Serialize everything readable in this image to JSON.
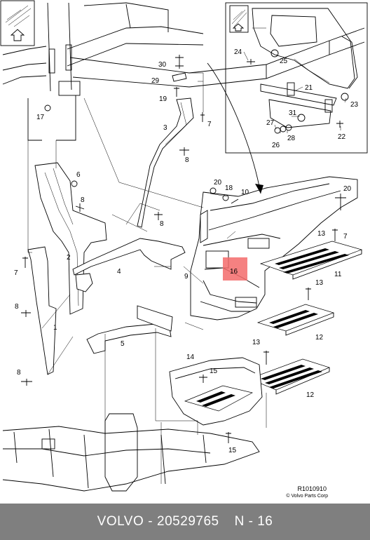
{
  "diagram": {
    "callouts": [
      "1",
      "2",
      "3",
      "4",
      "5",
      "6",
      "7",
      "8",
      "9",
      "10",
      "11",
      "12",
      "13",
      "14",
      "15",
      "16",
      "17",
      "18",
      "19",
      "20",
      "21",
      "22",
      "23",
      "24",
      "25",
      "26",
      "27",
      "28",
      "29",
      "30",
      "31"
    ],
    "highlight_color": "#f36b6b",
    "highlighted_callout": "16",
    "figure_id": "R1010910",
    "copyright": "© Volvo Parts Corp"
  },
  "footer": {
    "brand": "VOLVO",
    "separator": "-",
    "part_number": "20529765",
    "position": "N - 16",
    "background": "#7f7f7f"
  }
}
